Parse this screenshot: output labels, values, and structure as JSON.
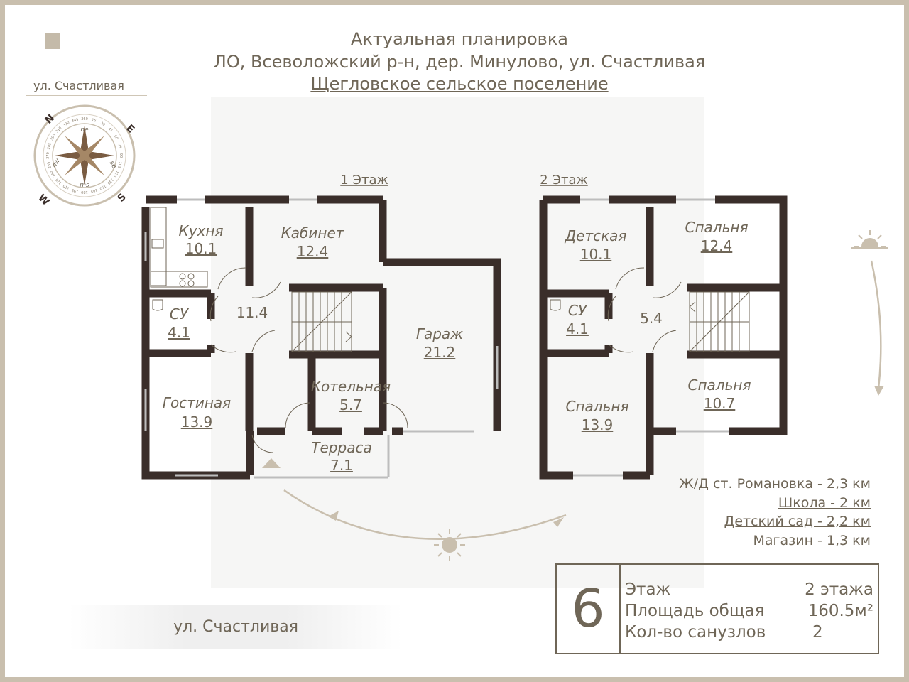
{
  "header": {
    "line1": "Актуальная планировка",
    "line2": "ЛО, Всеволожский р-н, дер. Минулово, ул. Счастливая",
    "line3": "Щегловское сельское поселение"
  },
  "street_top": "ул. Счастливая",
  "street_bottom": "ул. Счастливая",
  "compass": {
    "cardinals": [
      "N",
      "E",
      "S",
      "W"
    ],
    "intercardinals": [
      "ne",
      "se",
      "ms",
      "nw"
    ],
    "degrees": [
      "360",
      "15",
      "30",
      "45",
      "60",
      "75",
      "90",
      "105",
      "120",
      "135",
      "150",
      "165",
      "180",
      "195",
      "210",
      "225",
      "240",
      "255",
      "270",
      "285",
      "300",
      "315",
      "330",
      "345"
    ]
  },
  "floors": {
    "first": {
      "label": "1 Этаж",
      "rooms": [
        {
          "name": "Кухня",
          "area": "10.1"
        },
        {
          "name": "Кабинет",
          "area": "12.4"
        },
        {
          "name": "СУ",
          "area": "4.1"
        },
        {
          "name": "",
          "area": "11.4"
        },
        {
          "name": "Гараж",
          "area": "21.2"
        },
        {
          "name": "Котельная",
          "area": "5.7"
        },
        {
          "name": "Гостиная",
          "area": "13.9"
        },
        {
          "name": "Терраса",
          "area": "7.1"
        }
      ]
    },
    "second": {
      "label": "2 Этаж",
      "rooms": [
        {
          "name": "Детская",
          "area": "10.1"
        },
        {
          "name": "Спальня",
          "area": "12.4"
        },
        {
          "name": "СУ",
          "area": "4.1"
        },
        {
          "name": "",
          "area": "5.4"
        },
        {
          "name": "Спальня",
          "area": "13.9"
        },
        {
          "name": "Спальня",
          "area": "10.7"
        }
      ]
    }
  },
  "distances": [
    "Ж/Д ст. Романовка - 2,3 км",
    "Школа - 2 км",
    "Детский сад - 2,2 км",
    "Магазин - 1,3 км"
  ],
  "info": {
    "number": "6",
    "rows": [
      {
        "label": "Этаж",
        "value": "2 этажа"
      },
      {
        "label": "Площадь общая",
        "value": "160.5м²"
      },
      {
        "label": "Кол-во санузлов",
        "value": "2"
      }
    ]
  },
  "colors": {
    "wall": "#3a2e2a",
    "text": "#6f6657",
    "accent": "#c9bfae"
  }
}
